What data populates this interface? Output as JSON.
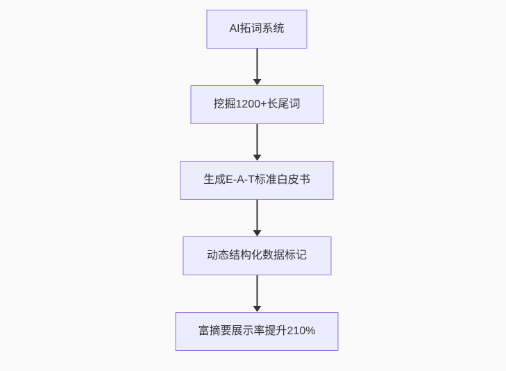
{
  "page": {
    "background_color": "#fafafa"
  },
  "flowchart": {
    "type": "flowchart",
    "direction": "top-down",
    "theme": {
      "node_fill": "#ECECFF",
      "node_border": "#9370DB",
      "text_color": "#333333",
      "arrow_color": "#333333"
    },
    "nodes": [
      {
        "label": "AI拓词系统"
      },
      {
        "label": "挖掘1200+长尾词"
      },
      {
        "label": "生成E-A-T标准白皮书"
      },
      {
        "label": "动态结构化数据标记"
      },
      {
        "label": "富摘要展示率提升210%"
      }
    ],
    "edges": [
      {
        "from": 0,
        "to": 1
      },
      {
        "from": 1,
        "to": 2
      },
      {
        "from": 2,
        "to": 3
      },
      {
        "from": 3,
        "to": 4
      }
    ]
  }
}
